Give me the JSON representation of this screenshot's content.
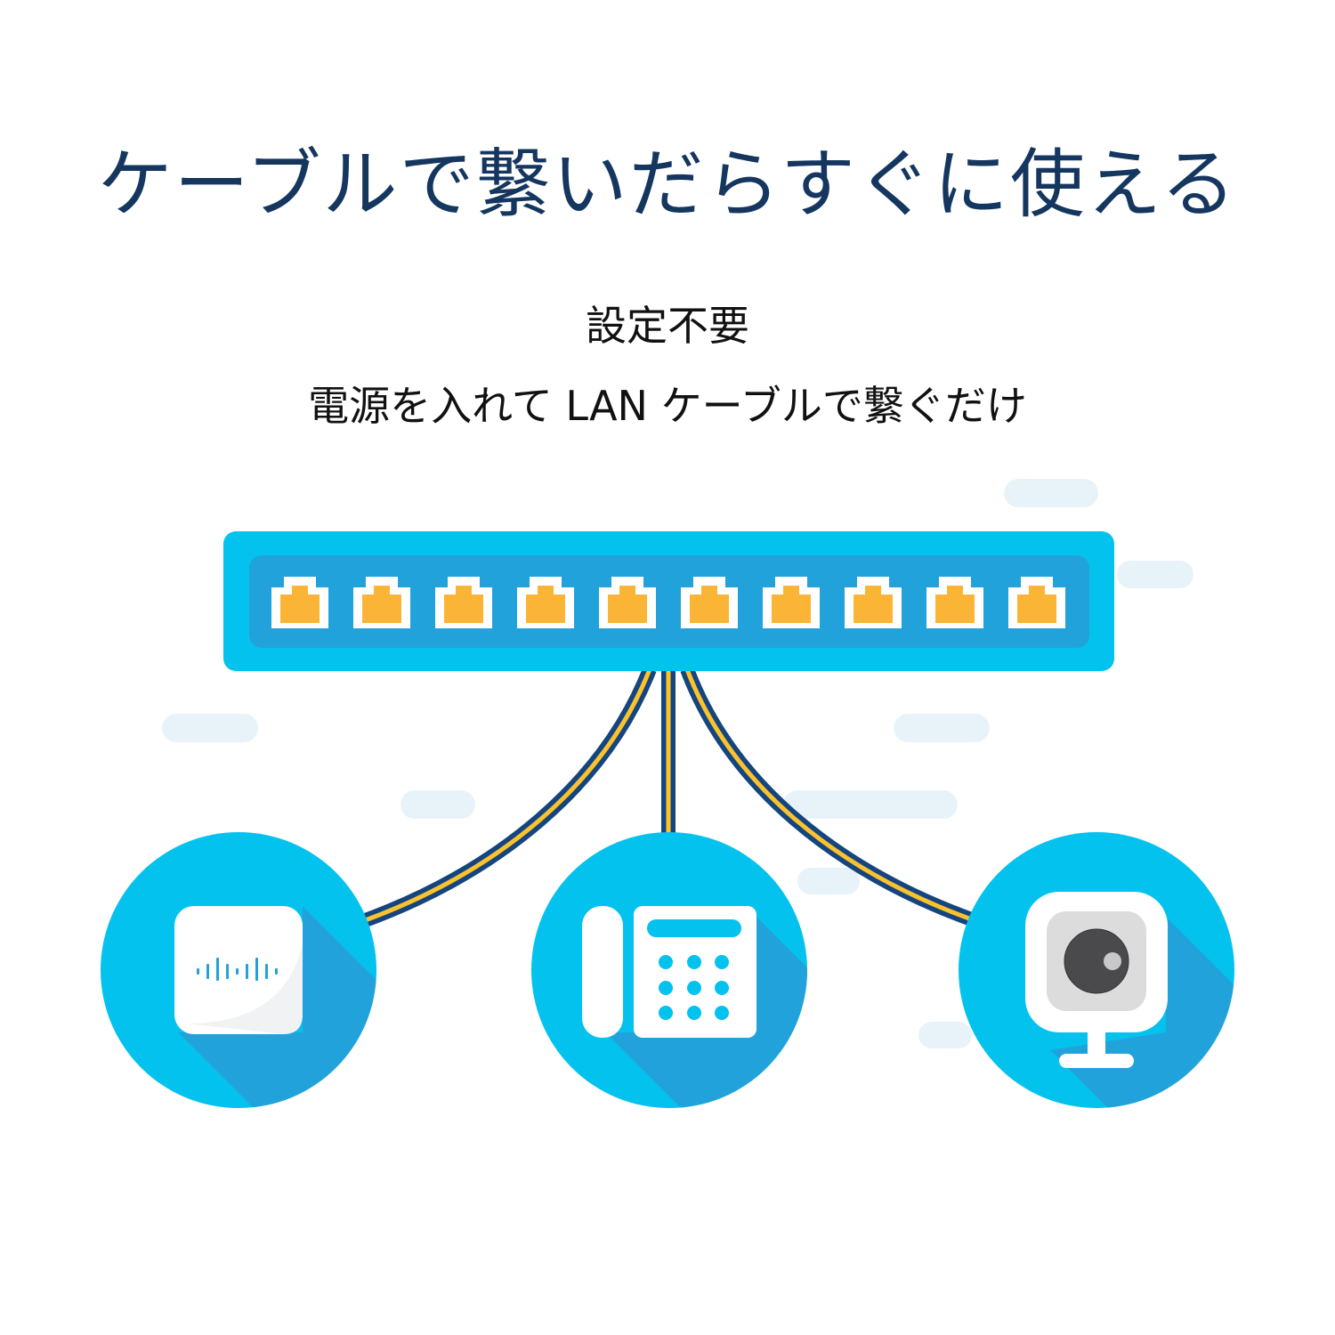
{
  "headline": "ケーブルで繋いだらすぐに使える",
  "subtitle": {
    "line1": "設定不要",
    "line2": "電源を入れて LAN ケーブルで繋ぐだけ"
  },
  "illustration": {
    "switch": {
      "port_count": 10,
      "icon": "network-switch-icon"
    },
    "devices": [
      {
        "name": "wireless-access-point",
        "icon": "access-point-icon"
      },
      {
        "name": "ip-phone",
        "icon": "desk-phone-icon"
      },
      {
        "name": "ip-camera",
        "icon": "webcam-icon"
      }
    ],
    "colors": {
      "switch_body": "#04c2ee",
      "switch_panel": "#22a2da",
      "port_fill": "#fbb536",
      "cable_outer": "#14457f",
      "cable_stripe": "#fbc22e",
      "device_circle": "#04c2ee",
      "device_shadow": "#22a2da",
      "cloud": "#e8f3f9",
      "headline": "#14365f"
    }
  }
}
